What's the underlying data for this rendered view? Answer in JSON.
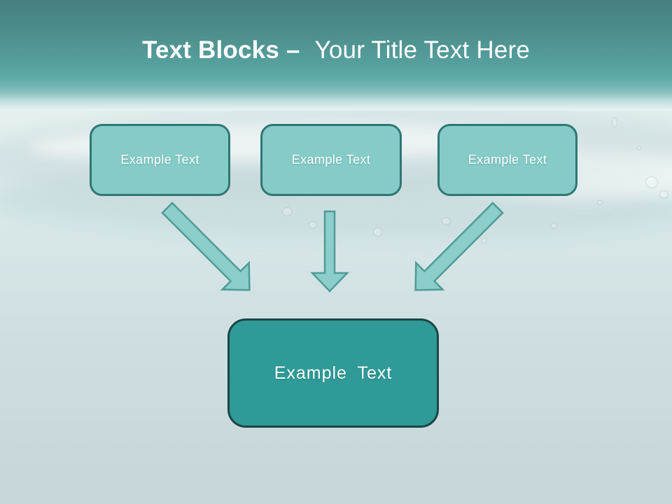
{
  "title": {
    "bold": "Text Blocks –",
    "rest": "Your Title Text Here"
  },
  "blocks": [
    {
      "label": "Example Text"
    },
    {
      "label": "Example Text"
    },
    {
      "label": "Example Text"
    }
  ],
  "bottom_block": {
    "label": "Example Text"
  },
  "icons": {
    "arrow_left": "diagonal-down-right-block-arrow",
    "arrow_center": "down-block-arrow",
    "arrow_right": "diagonal-down-left-block-arrow"
  },
  "colors": {
    "header_top": "#47807E",
    "header_fade": "#E9F4F3",
    "background_top": "#E6F2F1",
    "background_bottom": "#C6D6D9",
    "block_fill": "#85CBC7",
    "block_border": "#2E7775",
    "bottom_block_fill": "#2F9A97",
    "bottom_block_border": "#1C4545",
    "arrow_fill": "#8BCECA",
    "arrow_stroke": "#4F9B97",
    "title_color": "#FFFFFF"
  }
}
